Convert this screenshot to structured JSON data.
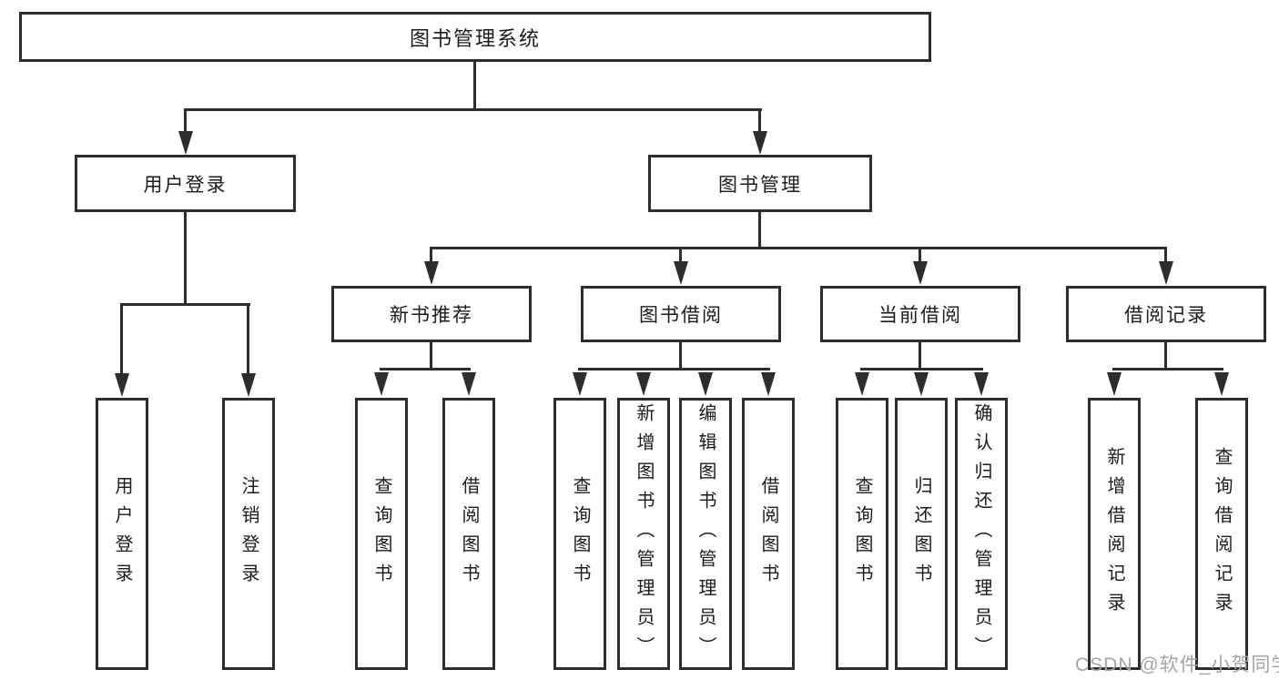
{
  "diagram": {
    "root": {
      "label": "图书管理系统"
    },
    "branches": [
      {
        "label": "用户登录",
        "children": [
          {
            "label": "用户登录"
          },
          {
            "label": "注销登录"
          }
        ]
      },
      {
        "label": "图书管理",
        "children": [
          {
            "label": "新书推荐",
            "children": [
              {
                "label": "查询图书"
              },
              {
                "label": "借阅图书"
              }
            ]
          },
          {
            "label": "图书借阅",
            "children": [
              {
                "label": "查询图书"
              },
              {
                "label": "新增图书（管理员）"
              },
              {
                "label": "编辑图书（管理员）"
              },
              {
                "label": "借阅图书"
              }
            ]
          },
          {
            "label": "当前借阅",
            "children": [
              {
                "label": "查询图书"
              },
              {
                "label": "归还图书"
              },
              {
                "label": "确认归还（管理员）"
              }
            ]
          },
          {
            "label": "借阅记录",
            "children": [
              {
                "label": "新增借阅记录"
              },
              {
                "label": "查询借阅记录"
              }
            ]
          }
        ]
      }
    ],
    "watermark": "CSDN @软件_小贺同学",
    "colors": {
      "line": "#2d2d2d",
      "text": "#1b1b1b",
      "background": "#ffffff",
      "watermark": "#a5a5a8"
    }
  }
}
